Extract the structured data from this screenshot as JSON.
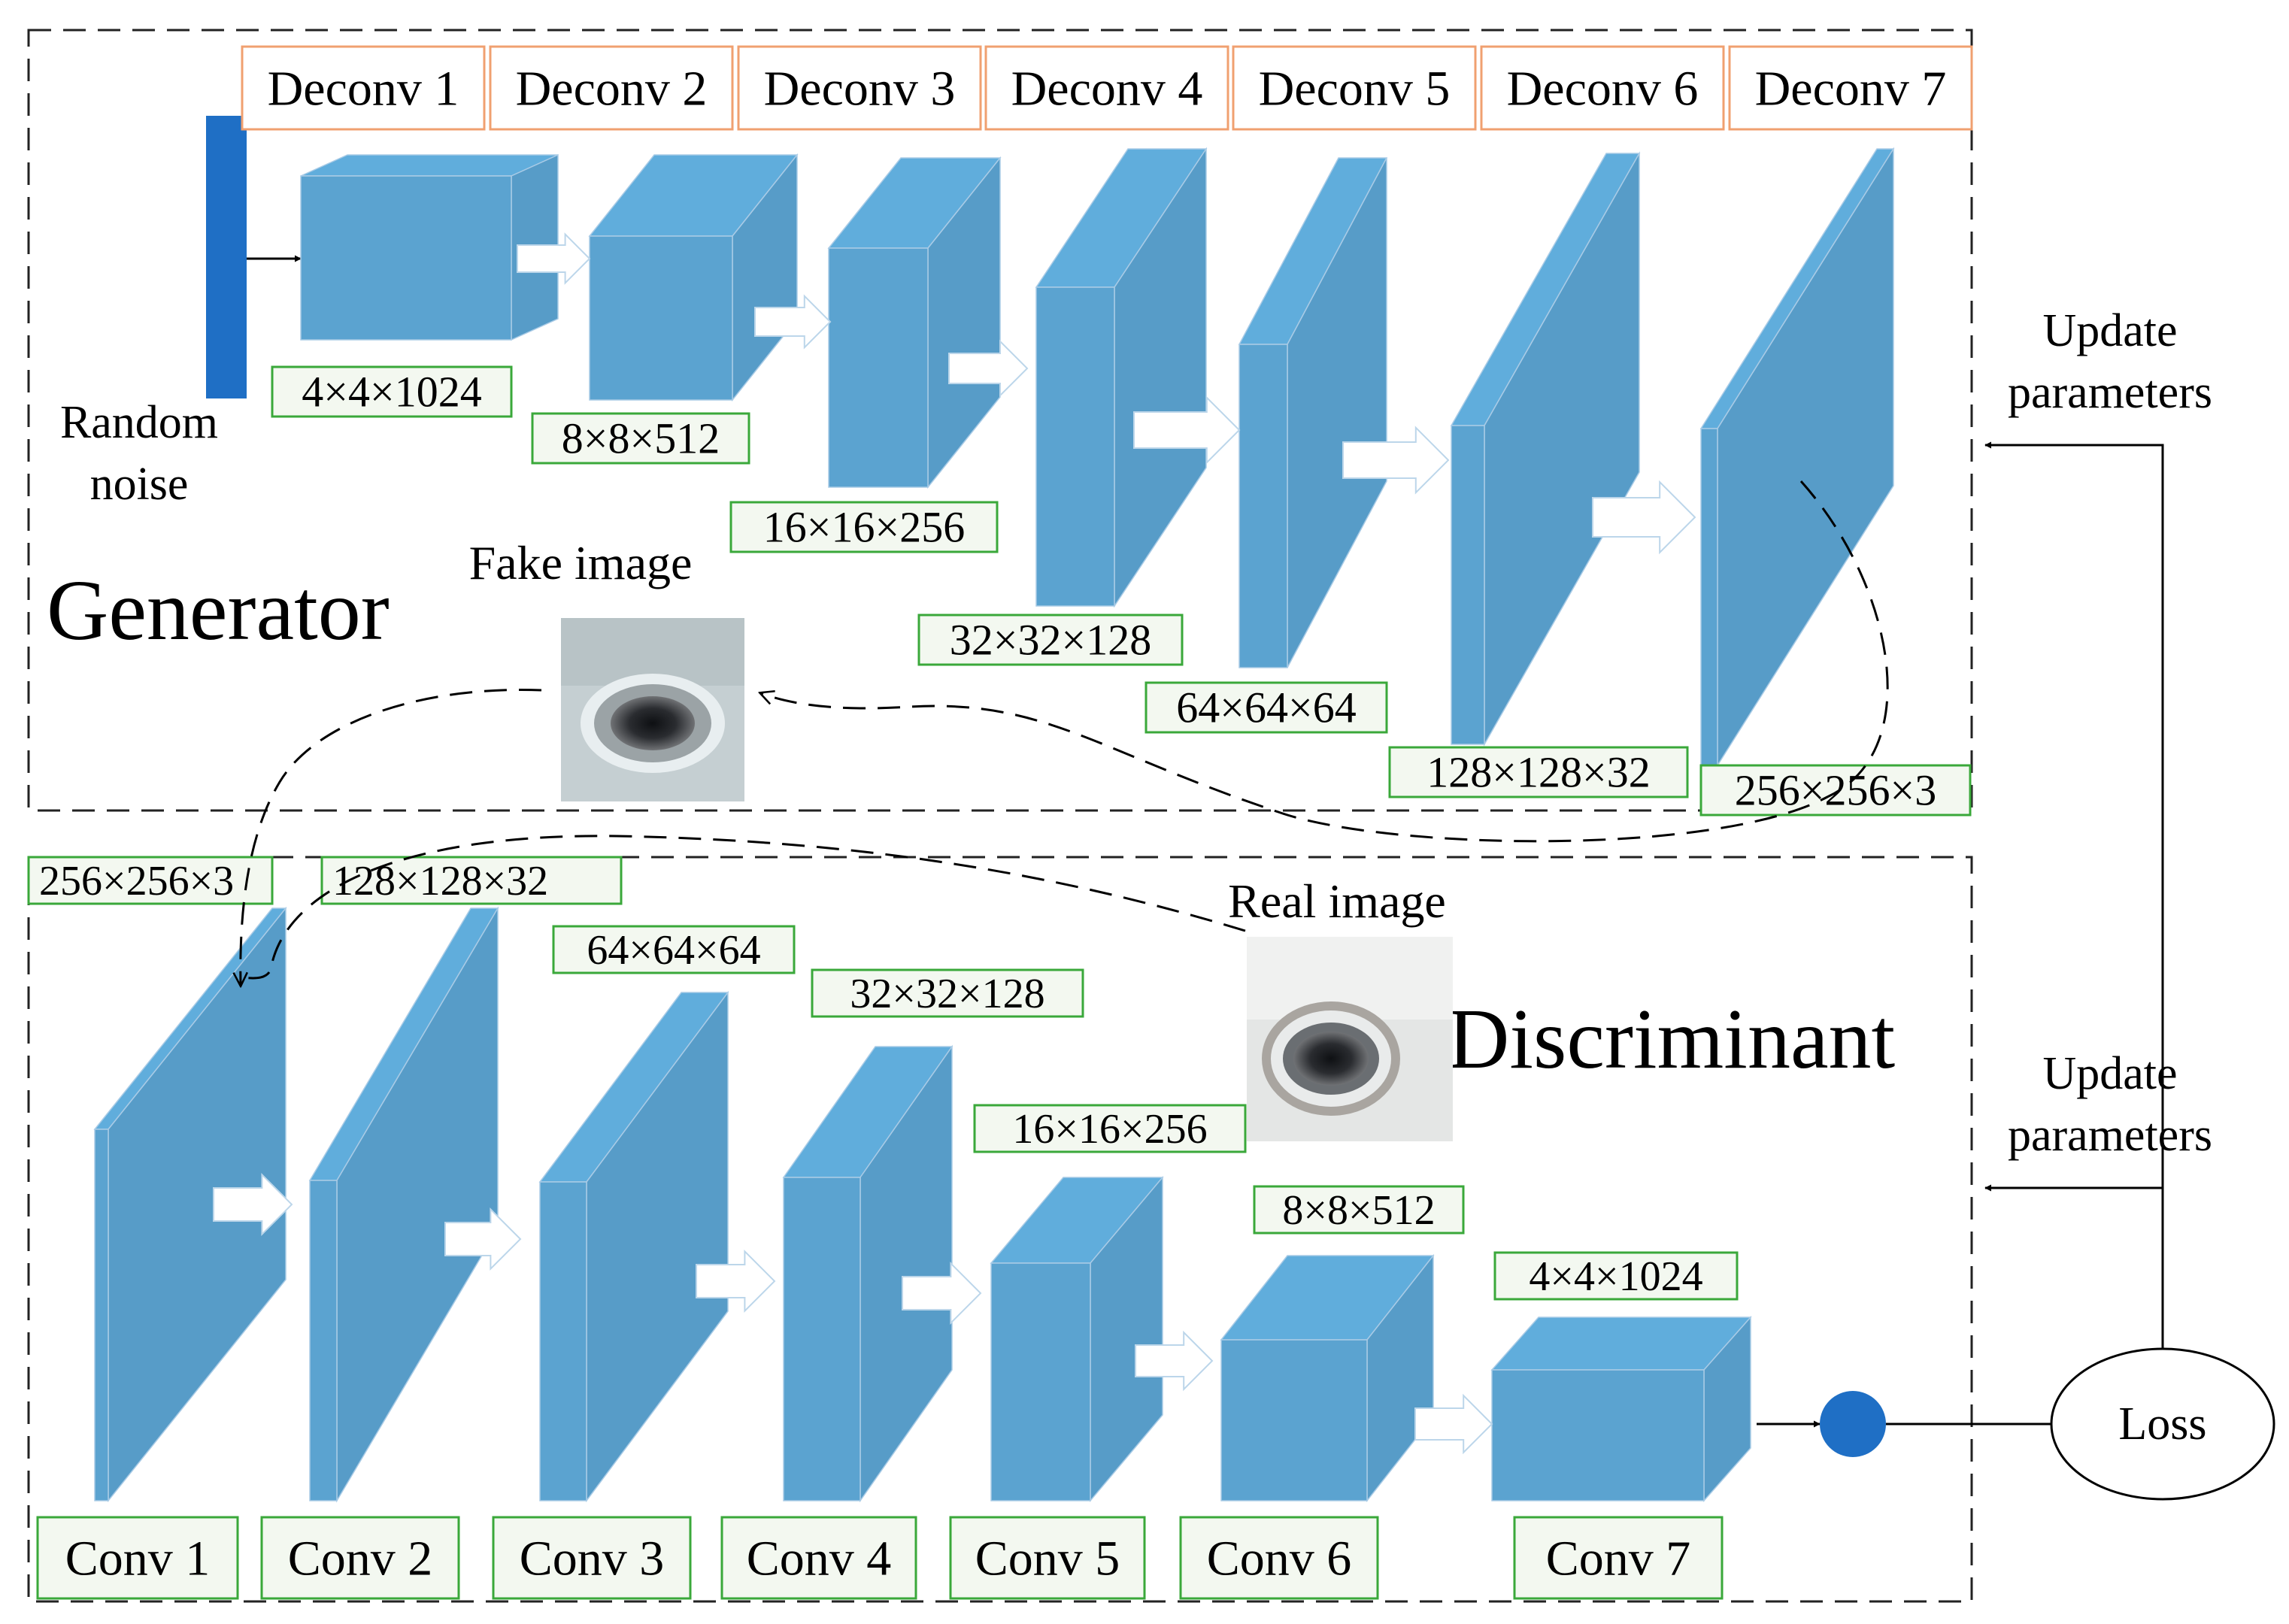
{
  "generator": {
    "title": "Generator",
    "layers": [
      "Deconv 1",
      "Deconv 2",
      "Deconv 3",
      "Deconv 4",
      "Deconv 5",
      "Deconv 6",
      "Deconv 7"
    ],
    "dims": [
      "4×4×1024",
      "8×8×512",
      "16×16×256",
      "32×32×128",
      "64×64×64",
      "128×128×32",
      "256×256×3"
    ]
  },
  "noise": {
    "line1": "Random",
    "line2": "noise"
  },
  "fake_image_label": "Fake image",
  "real_image_label": "Real image",
  "discriminant": {
    "title": "Discriminant",
    "layers": [
      "Conv 1",
      "Conv 2",
      "Conv 3",
      "Conv 4",
      "Conv 5",
      "Conv 6",
      "Conv 7"
    ],
    "dims": [
      "256×256×3",
      "128×128×32",
      "64×64×64",
      "32×32×128",
      "16×16×256",
      "8×8×512",
      "4×4×1024"
    ]
  },
  "update_top": {
    "line1": "Update",
    "line2": "parameters"
  },
  "update_bottom": {
    "line1": "Update",
    "line2": "parameters"
  },
  "loss_label": "Loss",
  "colors": {
    "block": "#5ba3d0",
    "noise_bar": "#1f6fc5",
    "node": "#1f6fc5",
    "layer_box_border": "#f0a070",
    "dim_box_border": "#3aa83a",
    "dim_box_fill": "#f3f8f0"
  }
}
